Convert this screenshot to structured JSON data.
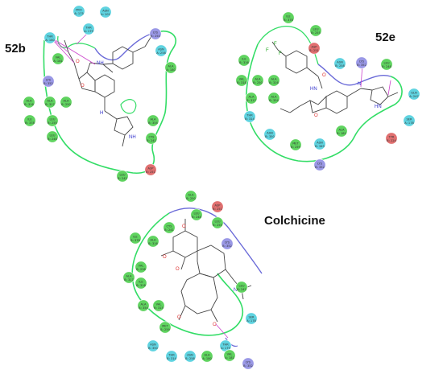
{
  "colors": {
    "green_residue": "#5fd35f",
    "cyan_residue": "#5fd3e0",
    "purple_residue": "#9a98e6",
    "red_residue": "#e07070",
    "pocket_green": "#33dd66",
    "pocket_blue": "#6a6ad8",
    "hbond": "#cc44cc",
    "bond": "#444444",
    "oxygen": "#dd3333",
    "nitrogen": "#3333cc"
  },
  "panels": [
    {
      "label": "52b",
      "residues": [
        {
          "name": "PRO",
          "num": "A: 175",
          "type": "cyan"
        },
        {
          "name": "ASN",
          "num": "A: 101",
          "type": "cyan"
        },
        {
          "name": "THR",
          "num": "A: 179",
          "type": "cyan"
        },
        {
          "name": "THR",
          "num": "A: 180",
          "type": "cyan"
        },
        {
          "name": "LYS",
          "num": "B: 254",
          "type": "purple"
        },
        {
          "name": "ASN",
          "num": "A: 258",
          "type": "cyan"
        },
        {
          "name": "VAL",
          "num": "A: 181",
          "type": "green"
        },
        {
          "name": "ALA",
          "num": "A: 180",
          "type": "green"
        },
        {
          "name": "LYS",
          "num": "B: 352",
          "type": "purple"
        },
        {
          "name": "ALA",
          "num": "B: 316",
          "type": "green"
        },
        {
          "name": "ALA",
          "num": "B: 317",
          "type": "green"
        },
        {
          "name": "ALA",
          "num": "B: 250",
          "type": "green"
        },
        {
          "name": "ILE",
          "num": "B: 378",
          "type": "green"
        },
        {
          "name": "LEU",
          "num": "B: 255",
          "type": "green"
        },
        {
          "name": "LEU",
          "num": "B: 248",
          "type": "green"
        },
        {
          "name": "ALA",
          "num": "B: 354",
          "type": "green"
        },
        {
          "name": "CYS",
          "num": "B: 241",
          "type": "green"
        },
        {
          "name": "LEU",
          "num": "B: 242",
          "type": "green"
        },
        {
          "name": "ASP",
          "num": "B: 251",
          "type": "red"
        }
      ]
    },
    {
      "label": "52e",
      "residues": [
        {
          "name": "ILE",
          "num": "B: 378",
          "type": "green"
        },
        {
          "name": "LEU",
          "num": "B: 255",
          "type": "green"
        },
        {
          "name": "ASP",
          "num": "B: 251",
          "type": "red"
        },
        {
          "name": "ILE",
          "num": "B: 316",
          "type": "green"
        },
        {
          "name": "ALA",
          "num": "B: 316",
          "type": "green"
        },
        {
          "name": "ALA",
          "num": "B: 250",
          "type": "green"
        },
        {
          "name": "ASN",
          "num": "B: 258",
          "type": "cyan"
        },
        {
          "name": "LYS",
          "num": "B: 352",
          "type": "purple"
        },
        {
          "name": "LEU",
          "num": "B: 248",
          "type": "green"
        },
        {
          "name": "VAL",
          "num": "B: 318",
          "type": "green"
        },
        {
          "name": "ALA",
          "num": "B: 354",
          "type": "green"
        },
        {
          "name": "ALA",
          "num": "B: 317",
          "type": "green"
        },
        {
          "name": "GLN",
          "num": "A: 247",
          "type": "cyan"
        },
        {
          "name": "THR",
          "num": "B: 314",
          "type": "cyan"
        },
        {
          "name": "SER",
          "num": "A: 178",
          "type": "cyan"
        },
        {
          "name": "ASN",
          "num": "B: 350",
          "type": "cyan"
        },
        {
          "name": "TYR",
          "num": "B: 224",
          "type": "red"
        },
        {
          "name": "ASN",
          "num": "B: 349",
          "type": "cyan"
        },
        {
          "name": "MET",
          "num": "B: 259",
          "type": "green"
        },
        {
          "name": "LYS",
          "num": "B: 352",
          "type": "purple"
        },
        {
          "name": "ALA",
          "num": "B: 181",
          "type": "green"
        }
      ]
    },
    {
      "label": "Colchicine",
      "residues": [
        {
          "name": "ALA",
          "num": "B: 250",
          "type": "green"
        },
        {
          "name": "ASP",
          "num": "B: 251",
          "type": "red"
        },
        {
          "name": "LEU",
          "num": "B: 248",
          "type": "green"
        },
        {
          "name": "LEU",
          "num": "B: 255",
          "type": "green"
        },
        {
          "name": "CYS",
          "num": "B: 241",
          "type": "green"
        },
        {
          "name": "ILE",
          "num": "B: 378",
          "type": "green"
        },
        {
          "name": "ALA",
          "num": "B: 316",
          "type": "green"
        },
        {
          "name": "LYS",
          "num": "B: 352",
          "type": "purple"
        },
        {
          "name": "VAL",
          "num": "B: 238",
          "type": "green"
        },
        {
          "name": "ILE",
          "num": "B: 318",
          "type": "green"
        },
        {
          "name": "LEU",
          "num": "B: 242",
          "type": "green"
        },
        {
          "name": "ALA",
          "num": "B: 354",
          "type": "green"
        },
        {
          "name": "VAL",
          "num": "B: 315",
          "type": "green"
        },
        {
          "name": "ALA",
          "num": "B: 317",
          "type": "green"
        },
        {
          "name": "SER",
          "num": "A: 178",
          "type": "cyan"
        },
        {
          "name": "MET",
          "num": "B: 259",
          "type": "green"
        },
        {
          "name": "THR",
          "num": "A: 179",
          "type": "cyan"
        },
        {
          "name": "ASN",
          "num": "B: 350",
          "type": "cyan"
        },
        {
          "name": "THR",
          "num": "B: 314",
          "type": "cyan"
        },
        {
          "name": "ASN",
          "num": "B: 258",
          "type": "cyan"
        },
        {
          "name": "ALA",
          "num": "A: 180",
          "type": "green"
        },
        {
          "name": "VAL",
          "num": "A: 181",
          "type": "green"
        },
        {
          "name": "LYS",
          "num": "B: 352",
          "type": "purple"
        }
      ]
    }
  ],
  "atoms": {
    "o": "O",
    "nh": "NH",
    "n": "N",
    "h": "H",
    "hn": "HN",
    "f": "F"
  }
}
